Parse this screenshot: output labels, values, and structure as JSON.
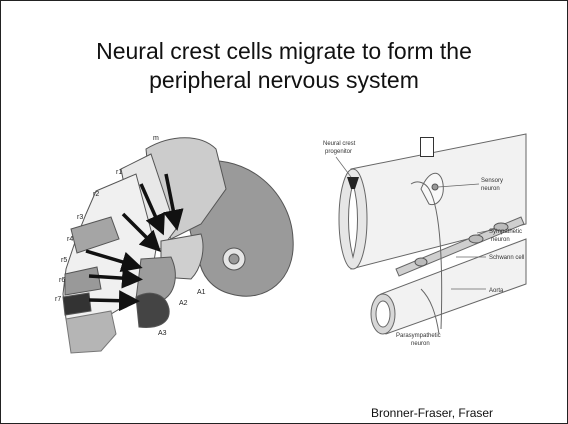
{
  "slide": {
    "title_line1": "Neural crest cells migrate to form the",
    "title_line2": "peripheral nervous system",
    "credit": "Bronner-Fraser, Fraser"
  },
  "left_figure": {
    "labels": [
      "m",
      "r1",
      "r2",
      "r3",
      "r4",
      "r5",
      "r6",
      "r7",
      "A1",
      "A2",
      "A3"
    ]
  },
  "right_figure": {
    "labels": {
      "progenitor": [
        "Neural crest",
        "progenitor"
      ],
      "sensory": [
        "Sensory",
        "neuron"
      ],
      "sympathetic": [
        "Sympathetic",
        "neuron"
      ],
      "schwann": "Schwann cell",
      "aorta": "Aorta",
      "parasympathetic": [
        "Parasympathetic",
        "neuron"
      ]
    }
  },
  "colors": {
    "dark_gray": "#444444",
    "mid_gray": "#8c8c8c",
    "light_gray": "#cfcfcf",
    "arrow": "#111111"
  }
}
